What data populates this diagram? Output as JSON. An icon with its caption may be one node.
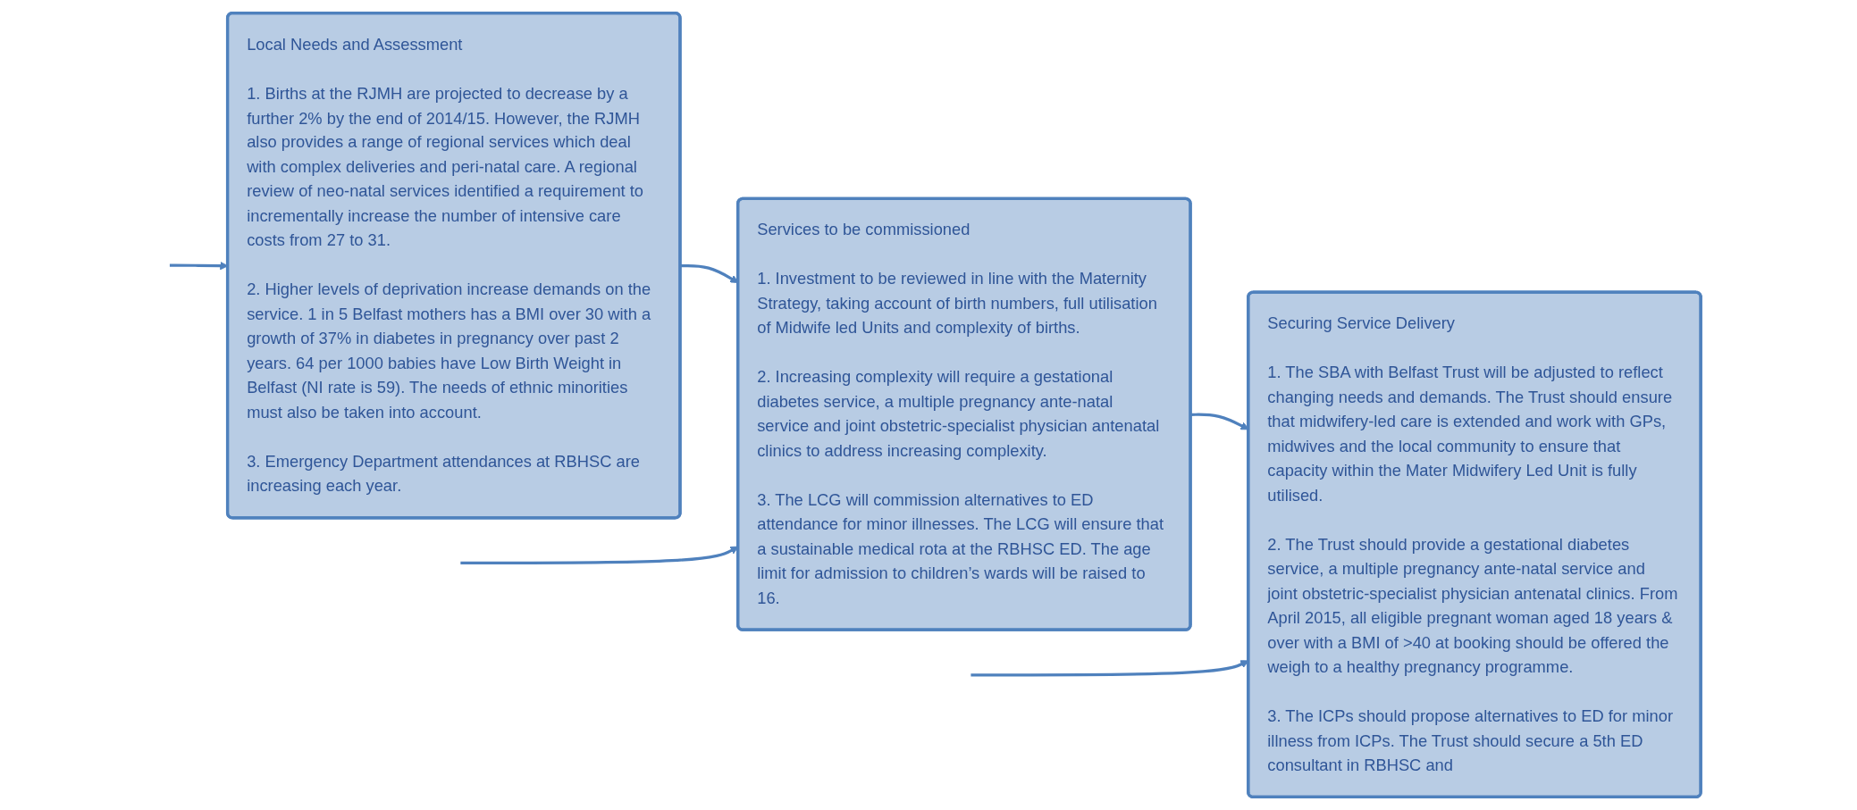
{
  "diagram": {
    "nodes": [
      {
        "text": [
          "Local Needs and Assessment",
          "1. Births at the RJMH are projected to decrease by a further 2% by the end of 2014/15. However, the RJMH also provides a range of regional services which deal with complex deliveries and peri-natal care. A regional review of neo-natal services identified a requirement to incrementally increase the number of intensive care costs from 27 to 31.",
          "2. Higher levels of deprivation increase demands on the service. 1 in 5 Belfast mothers has a BMI over 30 with a growth of 37% in diabetes in pregnancy over past 2 years. 64 per 1000 babies have Low Birth Weight in Belfast (NI rate is 59). The needs of ethnic minorities must also be taken into account.",
          "3. Emergency Department attendances at RBHSC are increasing each year."
        ]
      },
      {
        "text": [
          "Services to be commissioned",
          "1. Investment to be reviewed in line with the Maternity Strategy, taking account of birth numbers, full utilisation of Midwife led Units and complexity of births.",
          "2. Increasing complexity will require a gestational diabetes service, a multiple pregnancy ante-natal service and joint obstetric-specialist physician antenatal clinics to address increasing complexity.",
          "3. The LCG will commission alternatives to ED attendance for minor illnesses. The LCG will ensure that a sustainable medical rota at the RBHSC ED. The age limit for admission to children’s wards will be raised to 16."
        ]
      },
      {
        "text": [
          "Securing Service Delivery",
          "1. The SBA with Belfast Trust will be adjusted to reflect changing needs and demands. The Trust should ensure that midwifery-led care is extended and work with GPs, midwives and the local community to ensure that capacity within the Mater Midwifery Led Unit is fully utilised.",
          "2. The Trust should provide a gestational diabetes service, a multiple pregnancy ante-natal service and joint obstetric-specialist physician antenatal clinics. From April 2015, all eligible pregnant woman aged 18 years & over with a BMI of >40 at booking should be offered the weigh to a healthy pregnancy programme.",
          "3. The ICPs should propose alternatives to ED for minor illness from ICPs. The Trust should secure a 5th ED consultant in RBHSC and"
        ]
      }
    ],
    "edges": [
      {
        "from": 0,
        "to": 1,
        "arrow": "to"
      },
      {
        "from": 1,
        "to": 2,
        "arrow": "to"
      },
      {
        "from": null,
        "to": 0,
        "arrow": "to"
      },
      {
        "from": null,
        "to": 1,
        "arrow": "to"
      },
      {
        "from": null,
        "to": 2,
        "arrow": "to"
      }
    ]
  }
}
